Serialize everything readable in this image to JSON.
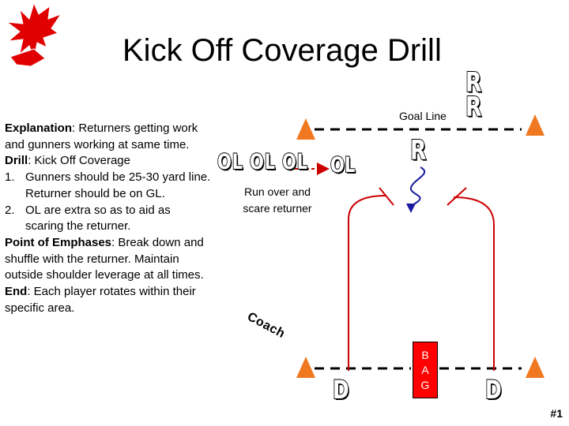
{
  "slide": {
    "title": "Kick Off Coverage Drill",
    "slide_number": "#1"
  },
  "explanation": {
    "explanation_label": "Explanation",
    "explanation_text": ": Returners getting work and gunners working at same time.",
    "drill_label": "Drill",
    "drill_text": ": Kick Off Coverage",
    "steps": [
      {
        "num": "1.",
        "text": "Gunners should be 25-30 yard line.  Returner should be on GL."
      },
      {
        "num": "2.",
        "text": "OL are extra so as to aid as scaring the returner."
      }
    ],
    "emphasis_label": "Point of Emphases",
    "emphasis_text": ": Break down and shuffle with the returner. Maintain outside shoulder leverage at all times.",
    "end_label": "End",
    "end_text": ": Each player rotates within their specific area."
  },
  "diagram": {
    "goal_line_label": "Goal Line",
    "ol_group_label": "OL OL OL",
    "ol_single_label": "OL",
    "run_over_note_line1": "Run over and",
    "run_over_note_line2": "scare returner",
    "coach_label": "Coach",
    "returner_labels": [
      "R",
      "R",
      "R"
    ],
    "defender_labels": [
      "D",
      "D"
    ],
    "bag_letters": [
      "B",
      "A",
      "G"
    ],
    "colors": {
      "cone": "#f07820",
      "bag": "#ff0000",
      "arrow": "#cc0000",
      "route": "#cc0000",
      "returner_path": "#1a1aa0",
      "logo": "#e00000"
    }
  }
}
